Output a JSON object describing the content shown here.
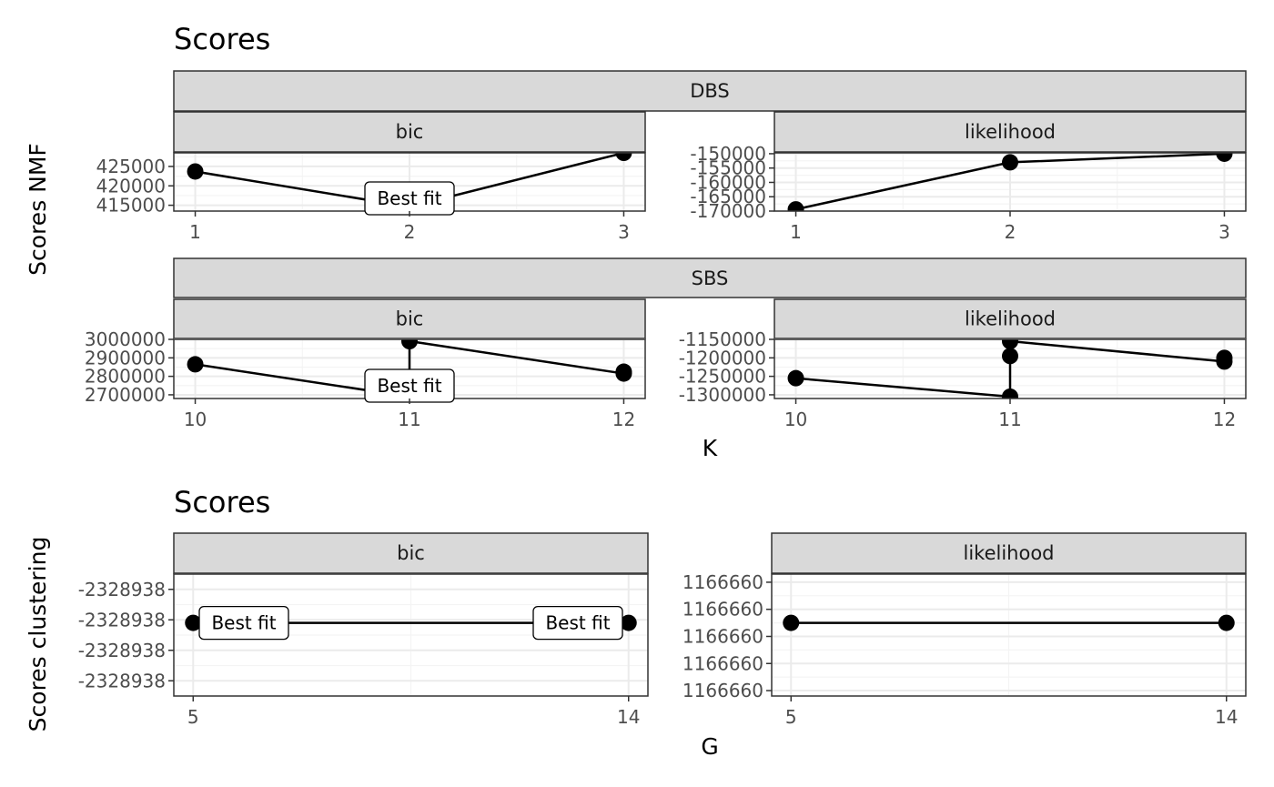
{
  "colors": {
    "strip_fill": "#d9d9d9",
    "strip_border": "#333333",
    "panel_border": "#333333",
    "grid_major": "#ebebeb",
    "grid_minor": "#f4f4f4",
    "series": "#000000",
    "label_fill": "#ffffff"
  },
  "chart_data": [
    {
      "type": "line",
      "title": "Scores",
      "xlabel": "K",
      "ylabel": "Scores NMF",
      "grid": true,
      "facet_rows": [
        {
          "row_label": "DBS",
          "panels": [
            {
              "strip": "bic",
              "x_ticks": [
                1,
                2,
                3
              ],
              "xlim": [
                0.9,
                3.1
              ],
              "y_ticks": [
                415000,
                420000,
                425000
              ],
              "y_tick_labels": [
                "415000",
                "420000",
                "425000"
              ],
              "ylim": [
                413500,
                428500
              ],
              "points": [
                {
                  "x": 1,
                  "y": 423700
                },
                {
                  "x": 2,
                  "y": 414600
                },
                {
                  "x": 3,
                  "y": 428500
                }
              ],
              "best_fit": [
                {
                  "x": 2,
                  "y": 414600,
                  "label": "Best fit"
                }
              ]
            },
            {
              "strip": "likelihood",
              "x_ticks": [
                1,
                2,
                3
              ],
              "xlim": [
                0.9,
                3.1
              ],
              "y_ticks": [
                -170000,
                -165000,
                -160000,
                -155000,
                -150000
              ],
              "y_tick_labels": [
                "-170000",
                "-165000",
                "-160000",
                "-155000",
                "-150000"
              ],
              "ylim": [
                -170000,
                -149700
              ],
              "points": [
                {
                  "x": 1,
                  "y": -169400
                },
                {
                  "x": 2,
                  "y": -153000
                },
                {
                  "x": 3,
                  "y": -150000
                }
              ],
              "best_fit": []
            }
          ]
        },
        {
          "row_label": "SBS",
          "panels": [
            {
              "strip": "bic",
              "x_ticks": [
                10,
                11,
                12
              ],
              "xlim": [
                9.9,
                12.1
              ],
              "y_ticks": [
                2700000,
                2800000,
                2900000,
                3000000
              ],
              "y_tick_labels": [
                "2700000",
                "2800000",
                "2900000",
                "3000000"
              ],
              "ylim": [
                2680000,
                3000000
              ],
              "points": [
                {
                  "x": 10,
                  "y": 2865000
                },
                {
                  "x": 11,
                  "y": 2690000
                },
                {
                  "x": 11,
                  "y": 2990000
                },
                {
                  "x": 12,
                  "y": 2815000
                },
                {
                  "x": 12,
                  "y": 2825000
                }
              ],
              "best_fit": [
                {
                  "x": 11,
                  "y": 2690000,
                  "label": "Best fit"
                }
              ]
            },
            {
              "strip": "likelihood",
              "x_ticks": [
                10,
                11,
                12
              ],
              "xlim": [
                9.9,
                12.1
              ],
              "y_ticks": [
                -1300000,
                -1250000,
                -1200000,
                -1150000
              ],
              "y_tick_labels": [
                "-1300000",
                "-1250000",
                "-1200000",
                "-1150000"
              ],
              "ylim": [
                -1310000,
                -1150000
              ],
              "points": [
                {
                  "x": 10,
                  "y": -1255000
                },
                {
                  "x": 11,
                  "y": -1305000
                },
                {
                  "x": 11,
                  "y": -1195000
                },
                {
                  "x": 11,
                  "y": -1155000
                },
                {
                  "x": 12,
                  "y": -1210000
                },
                {
                  "x": 12,
                  "y": -1200000
                }
              ],
              "best_fit": []
            }
          ]
        }
      ]
    },
    {
      "type": "line",
      "title": "Scores",
      "xlabel": "G",
      "ylabel": "Scores clustering",
      "grid": true,
      "panels": [
        {
          "strip": "bic",
          "x_ticks": [
            5,
            14
          ],
          "xlim": [
            4.6,
            14.4
          ],
          "y_ticks": [
            0,
            1,
            2,
            3
          ],
          "y_tick_labels": [
            "-2328938",
            "-2328938",
            "-2328938",
            "-2328938"
          ],
          "ylim": [
            -0.5,
            3.5
          ],
          "points": [
            {
              "x": 5,
              "y": 1.9
            },
            {
              "x": 14,
              "y": 1.9
            }
          ],
          "best_fit": [
            {
              "x": 5,
              "y": 1.9,
              "label": "Best fit"
            },
            {
              "x": 14,
              "y": 1.9,
              "label": "Best fit"
            }
          ]
        },
        {
          "strip": "likelihood",
          "x_ticks": [
            5,
            14
          ],
          "xlim": [
            4.6,
            14.4
          ],
          "y_ticks": [
            0,
            1,
            2,
            3,
            4
          ],
          "y_tick_labels": [
            "1166660",
            "1166660",
            "1166660",
            "1166660",
            "1166660"
          ],
          "ylim": [
            -0.2,
            4.3
          ],
          "points": [
            {
              "x": 5,
              "y": 2.5
            },
            {
              "x": 14,
              "y": 2.5
            }
          ],
          "best_fit": []
        }
      ]
    }
  ]
}
